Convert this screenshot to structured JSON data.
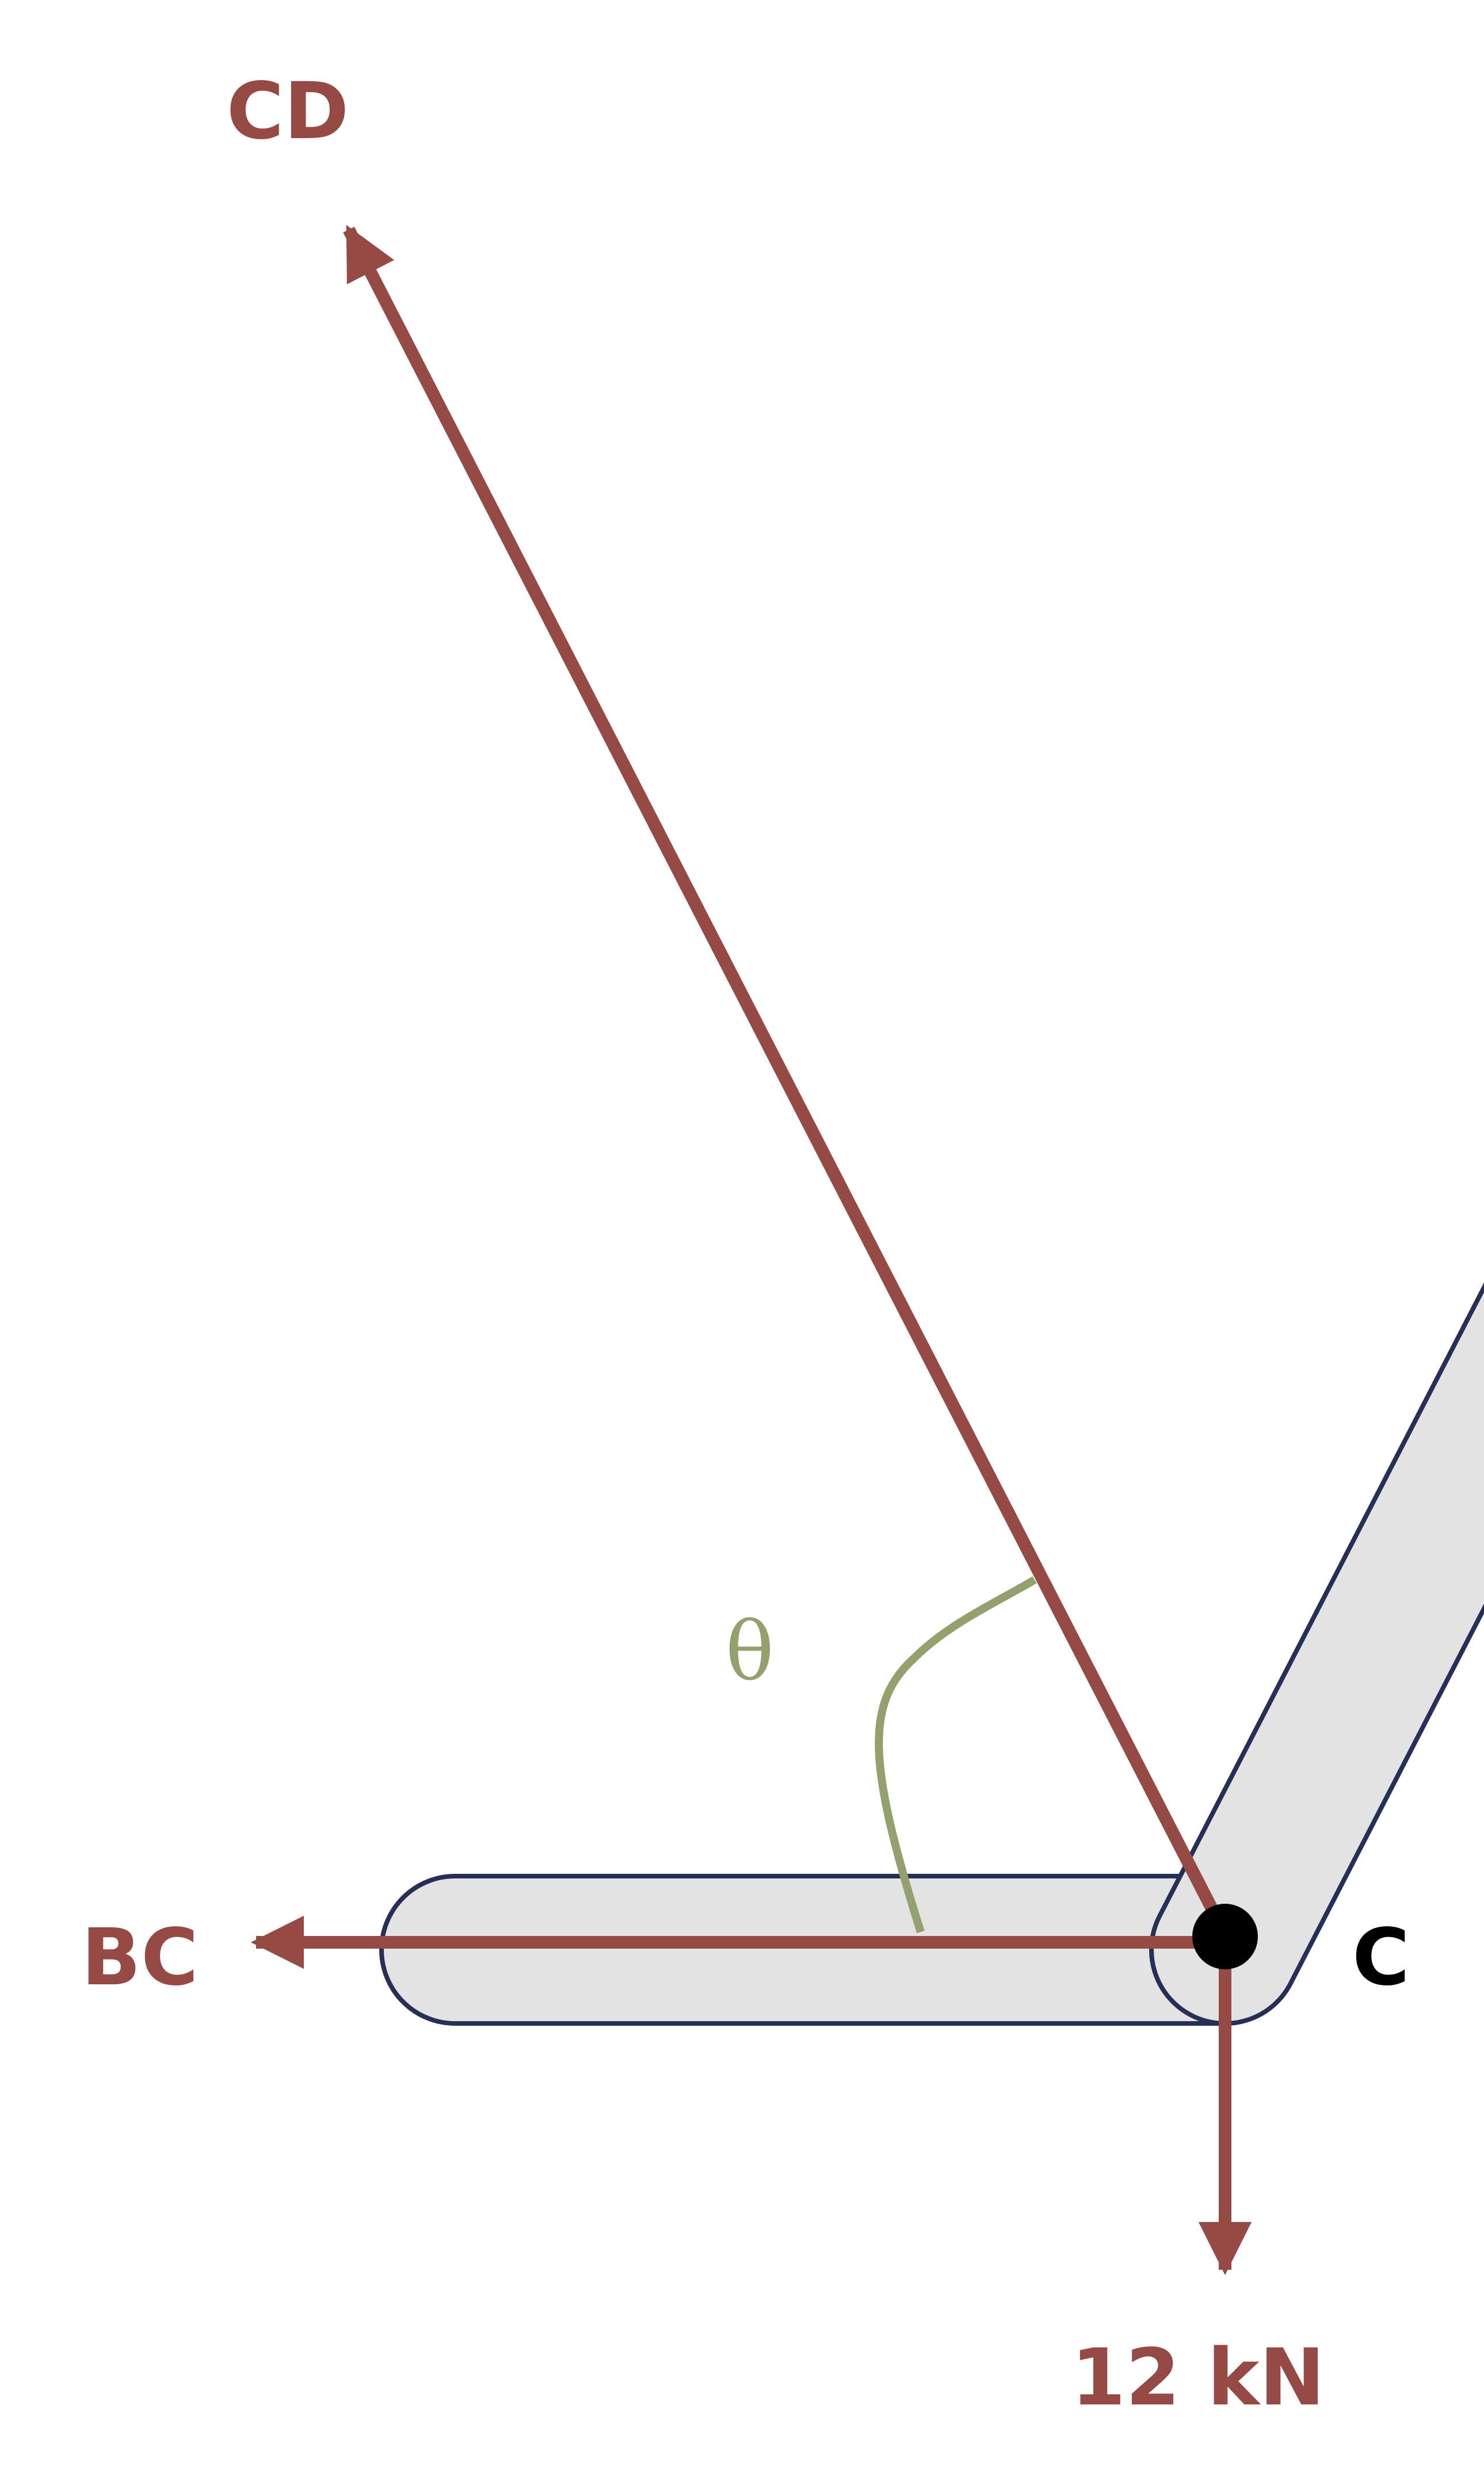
{
  "labels": {
    "cd": "CD",
    "bc": "BC",
    "joint": "C",
    "load": "12 kN",
    "angle": "θ"
  },
  "colors": {
    "force": "#954a45",
    "member_fill": "#e4e3e4",
    "member_stroke": "#262f55",
    "angle": "#94a06d",
    "joint": "#000000",
    "joint_label": "#000000"
  }
}
